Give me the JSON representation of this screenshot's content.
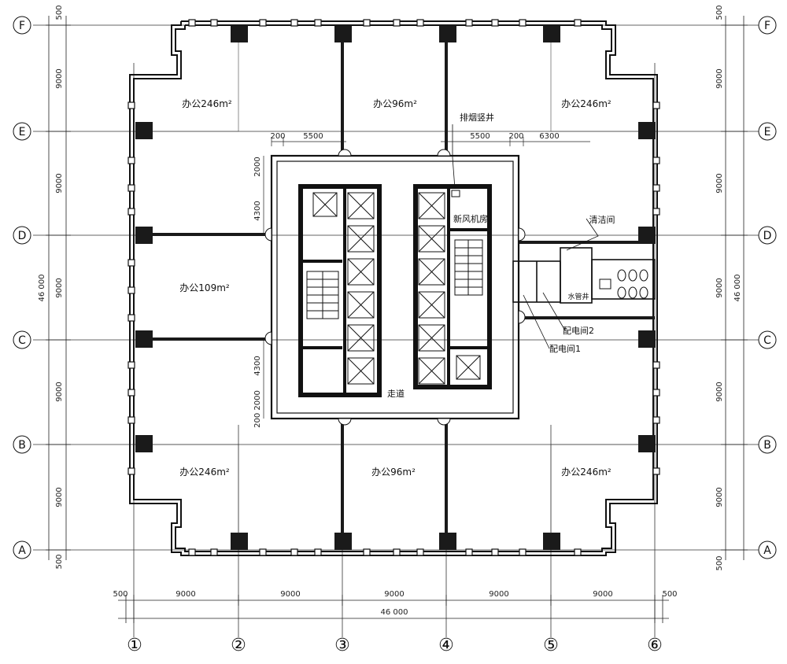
{
  "grid": {
    "letters": [
      "A",
      "B",
      "C",
      "D",
      "E",
      "F"
    ],
    "numbers": [
      "①",
      "②",
      "③",
      "④",
      "⑤",
      "⑥"
    ]
  },
  "rooms": {
    "office_nw": "办公246m²",
    "office_n": "办公96m²",
    "office_ne": "办公246m²",
    "office_w": "办公109m²",
    "office_sw": "办公246m²",
    "office_s": "办公96m²",
    "office_se": "办公246m²",
    "corridor": "走道",
    "smoke_shaft": "排烟竖井",
    "fresh_air_room": "新风机房",
    "cleaning_room": "清洁间",
    "elec_room_2": "配电间2",
    "elec_room_1": "配电间1",
    "shaft": "水管井"
  },
  "dims": {
    "bay": "9000",
    "overall": "46 000",
    "edge": "500",
    "d200": "200",
    "d5500": "5500",
    "d6300": "6300",
    "d4300": "4300",
    "d2000": "2000",
    "d200_2000": "200 2000"
  },
  "colors": {
    "line": "#111111",
    "wall_fill": "#1a1a1a",
    "paper": "#ffffff"
  }
}
